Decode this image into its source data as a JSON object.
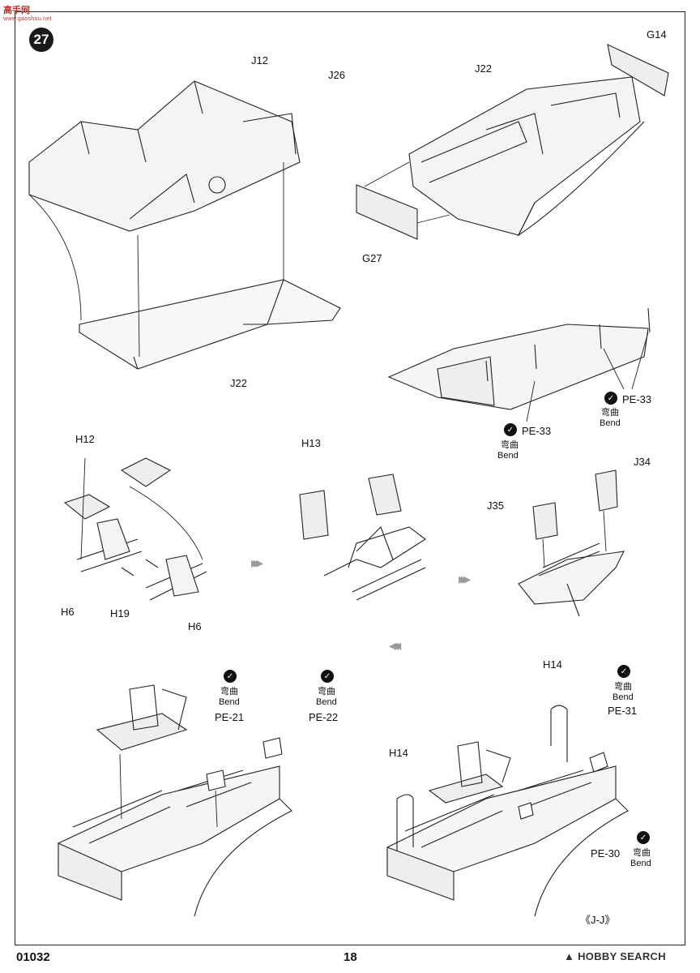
{
  "header": {
    "watermark_title": "高手网",
    "watermark_url": "www.gaoshou.net",
    "step_number": "27"
  },
  "parts": {
    "j12": "J12",
    "j26": "J26",
    "j22_a": "J22",
    "j22_b": "J22",
    "g14": "G14",
    "g27": "G27",
    "pe33_a": "PE-33",
    "pe33_b": "PE-33",
    "h12": "H12",
    "h6_a": "H6",
    "h6_b": "H6",
    "h19": "H19",
    "h13": "H13",
    "j34": "J34",
    "j35": "J35",
    "pe21": "PE-21",
    "pe22": "PE-22",
    "pe31": "PE-31",
    "pe30": "PE-30",
    "h14_a": "H14",
    "h14_b": "H14"
  },
  "bend": {
    "zh": "弯曲",
    "en": "Bend",
    "icon": "check-icon"
  },
  "sub_label": "《J-J》",
  "footer": {
    "code": "01032",
    "page": "18",
    "brand": "HOBBY SEARCH"
  }
}
